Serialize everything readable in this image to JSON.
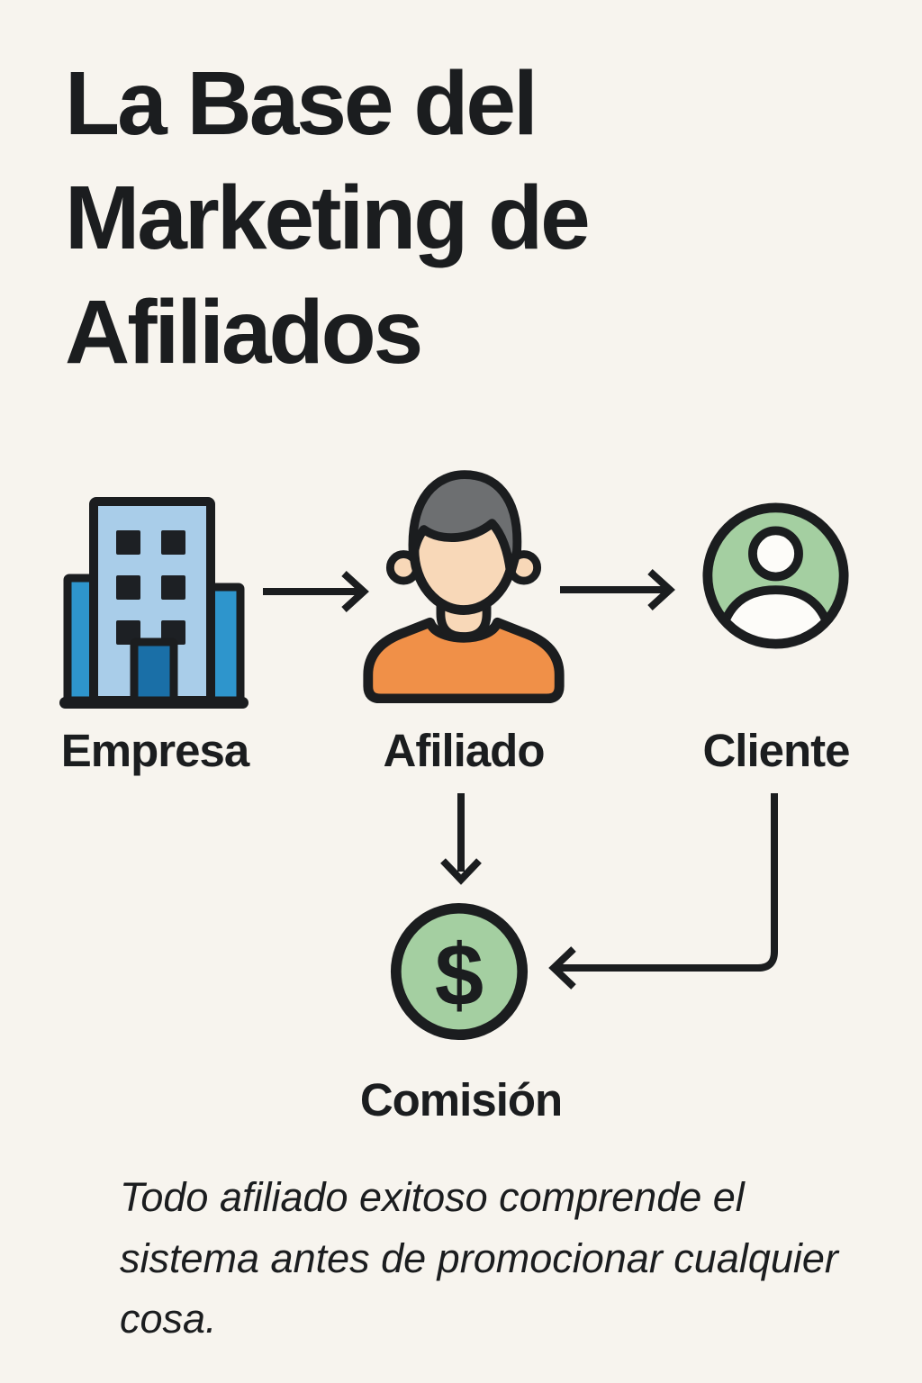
{
  "canvas": {
    "background": "#f7f4ee",
    "ink": "#1b1d1f"
  },
  "title": "La Base del Marketing de Afiliados",
  "diagram": {
    "nodes": [
      {
        "label": "Empresa",
        "icon": "office-building-icon"
      },
      {
        "label": "Afiliado",
        "icon": "affiliate-person-icon"
      },
      {
        "label": "Cliente",
        "icon": "customer-avatar-icon"
      },
      {
        "label": "Comisión",
        "icon": "commission-dollar-icon",
        "symbol": "$"
      }
    ],
    "connections": [
      {
        "from": "Empresa",
        "to": "Afiliado",
        "style": "straight-right-arrow"
      },
      {
        "from": "Afiliado",
        "to": "Cliente",
        "style": "straight-right-arrow"
      },
      {
        "from": "Afiliado",
        "to": "Comisión",
        "style": "straight-down-arrow"
      },
      {
        "from": "Cliente",
        "to": "Comisión",
        "style": "elbow-left-arrow"
      }
    ]
  },
  "footnote": "Todo afiliado exitoso comprende el sistema antes de promocionar cualquier cosa.",
  "palette": {
    "building_light_blue": "#a9cde9",
    "building_medium_blue": "#2e95cc",
    "building_door_blue": "#1a6fa7",
    "window_dark": "#1d2024",
    "skin": "#f8d8b8",
    "hair_gray": "#6d6f71",
    "shirt_orange": "#f09048",
    "accent_green": "#a4cfa1",
    "figure_white": "#fdfcf9"
  }
}
